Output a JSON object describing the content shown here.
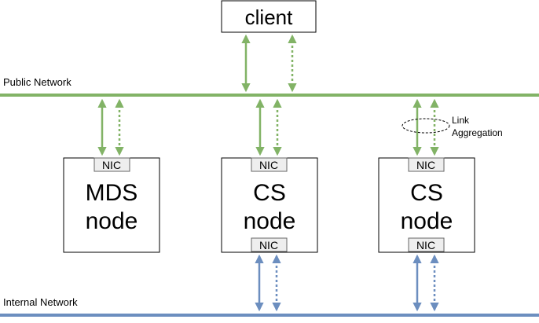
{
  "client": {
    "label": "client"
  },
  "networks": {
    "public": {
      "label": "Public Network",
      "color": "#82b366"
    },
    "internal": {
      "label": "Internal Network",
      "color": "#6c8ebf"
    }
  },
  "nodes": [
    {
      "line1": "MDS",
      "line2": "node",
      "top_nic": "NIC",
      "bottom_nic": ""
    },
    {
      "line1": "CS",
      "line2": "node",
      "top_nic": "NIC",
      "bottom_nic": "NIC"
    },
    {
      "line1": "CS",
      "line2": "node",
      "top_nic": "NIC",
      "bottom_nic": "NIC"
    }
  ],
  "annotation": {
    "line1": "Link",
    "line2": "Aggregation"
  },
  "colors": {
    "nic_fill": "#eeeeee",
    "nic_stroke": "#666666"
  },
  "icons": {
    "solid_link": "arrow-bidirectional-solid",
    "dotted_link": "arrow-bidirectional-dotted"
  }
}
